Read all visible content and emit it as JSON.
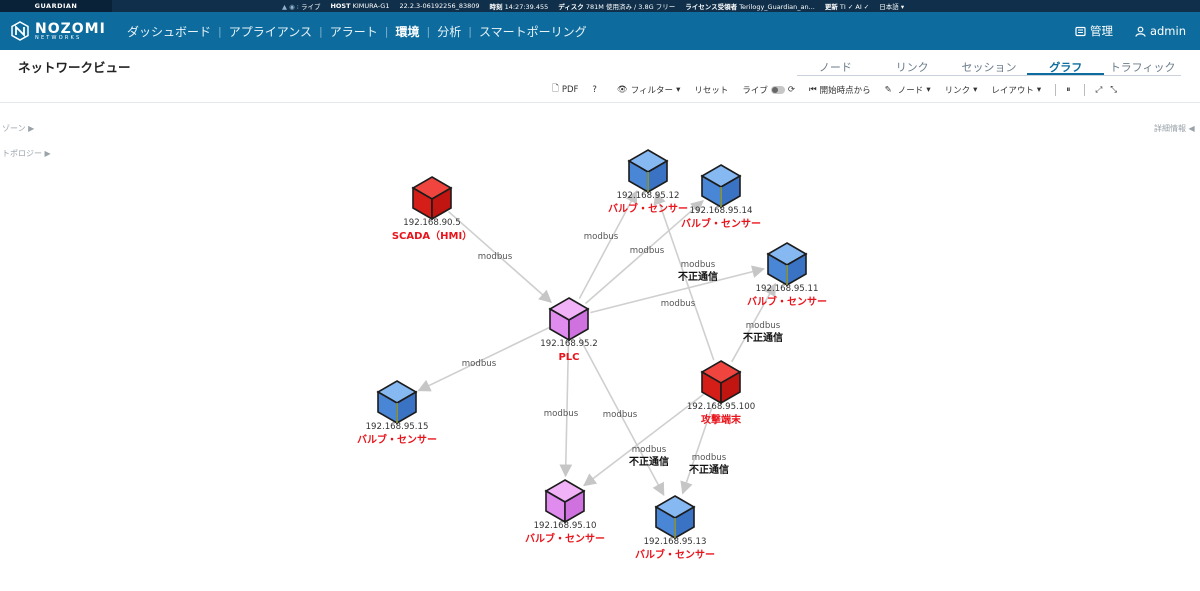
{
  "statusbar": {
    "product": "GUARDIAN",
    "live": "ライブ",
    "host_label": "HOST",
    "host": "KIMURA-G1",
    "version": "22.2.3-06192256_83809",
    "time_label": "時刻",
    "time": "14:27:39.455",
    "disk_label": "ディスク",
    "disk": "781M 使用済み / 3.8G フリー",
    "license_label": "ライセンス受領者",
    "license": "Terilogy_Guardian_an...",
    "update_label": "更新",
    "update": "TI ✓ AI ✓",
    "language": "日本語"
  },
  "nav": {
    "logo_main": "NOZOMI",
    "logo_sub": "NETWORKS",
    "items": [
      "ダッシュボード",
      "アプライアンス",
      "アラート",
      "環境",
      "分析",
      "スマートポーリング"
    ],
    "active_index": 3,
    "manage": "管理",
    "user": "admin"
  },
  "page": {
    "title": "ネットワークビュー",
    "tabs": [
      "ノード",
      "リンク",
      "セッション",
      "グラフ",
      "トラフィック"
    ],
    "active_tab": 3
  },
  "toolbar": {
    "pdf": "PDF",
    "help": "?",
    "filter": "フィルター",
    "reset": "リセット",
    "live": "ライブ",
    "from_start": "開始時点から",
    "node": "ノード",
    "link": "リンク",
    "layout": "レイアウト"
  },
  "side": {
    "zone": "ゾーン ▶",
    "topology": "トポロジー ▶",
    "details": "詳細情報 ◀"
  },
  "colors": {
    "nav_bg": "#0d6c9d",
    "status_bg": "#0f2f4a",
    "blue_node": "#5b96e0",
    "pink_node": "#e58ef0",
    "red_node": "#e0251f",
    "label_red": "#e8141c"
  },
  "graph": {
    "nodes": [
      {
        "id": "hmi",
        "ip": "192.168.90.5",
        "label": "SCADA（HMI）",
        "kind": "red"
      },
      {
        "id": "plc",
        "ip": "192.168.95.2",
        "label": "PLC",
        "kind": "pink"
      },
      {
        "id": "n12",
        "ip": "192.168.95.12",
        "label": "バルブ・センサー",
        "kind": "blue"
      },
      {
        "id": "n14",
        "ip": "192.168.95.14",
        "label": "バルブ・センサー",
        "kind": "blue"
      },
      {
        "id": "n11",
        "ip": "192.168.95.11",
        "label": "バルブ・センサー",
        "kind": "blue"
      },
      {
        "id": "n15",
        "ip": "192.168.95.15",
        "label": "バルブ・センサー",
        "kind": "blue"
      },
      {
        "id": "n10",
        "ip": "192.168.95.10",
        "label": "バルブ・センサー",
        "kind": "pink"
      },
      {
        "id": "n13",
        "ip": "192.168.95.13",
        "label": "バルブ・センサー",
        "kind": "blue"
      },
      {
        "id": "atk",
        "ip": "192.168.95.100",
        "label": "攻撃端末",
        "kind": "red"
      }
    ],
    "edges": [
      {
        "from": "hmi",
        "to": "plc",
        "protocol": "modbus",
        "note": ""
      },
      {
        "from": "plc",
        "to": "n12",
        "protocol": "modbus",
        "note": ""
      },
      {
        "from": "plc",
        "to": "n14",
        "protocol": "modbus",
        "note": ""
      },
      {
        "from": "plc",
        "to": "n11",
        "protocol": "modbus",
        "note": ""
      },
      {
        "from": "plc",
        "to": "n15",
        "protocol": "modbus",
        "note": ""
      },
      {
        "from": "plc",
        "to": "n10",
        "protocol": "modbus",
        "note": ""
      },
      {
        "from": "plc",
        "to": "n13",
        "protocol": "modbus",
        "note": ""
      },
      {
        "from": "atk",
        "to": "n12",
        "protocol": "modbus",
        "note": "不正通信"
      },
      {
        "from": "atk",
        "to": "n11",
        "protocol": "modbus",
        "note": "不正通信"
      },
      {
        "from": "atk",
        "to": "n10",
        "protocol": "modbus",
        "note": "不正通信"
      },
      {
        "from": "atk",
        "to": "n13",
        "protocol": "modbus",
        "note": "不正通信"
      }
    ]
  }
}
